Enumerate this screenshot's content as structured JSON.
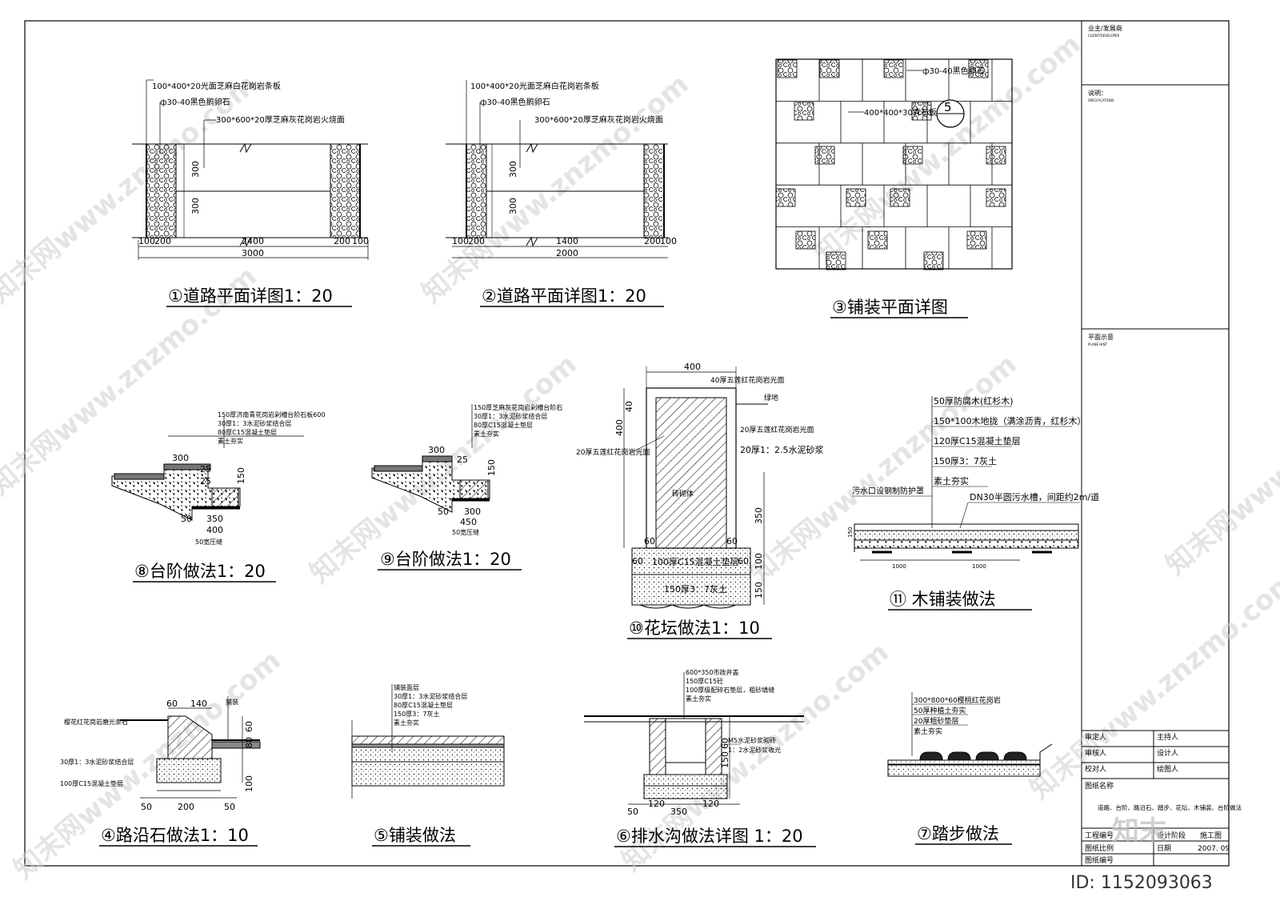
{
  "details": [
    {
      "id": "road-1",
      "title": "①道路平面详图1：20",
      "callouts": [
        "100*400*20光面芝麻白花岗岩条板",
        "ф30-40黑色鹅卵石",
        "300*600*20厚芝麻灰花岗岩火烧面"
      ],
      "dims": [
        "100",
        "200",
        "2400",
        "200",
        "100",
        "3000",
        "300",
        "300"
      ]
    },
    {
      "id": "road-2",
      "title": "②道路平面详图1：20",
      "callouts": [
        "100*400*20光面芝麻白花岗岩条板",
        "ф30-40黑色鹅卵石",
        "300*600*20厚芝麻灰花岗岩火烧面"
      ],
      "dims": [
        "100",
        "200",
        "1400",
        "200",
        "100",
        "2000",
        "300",
        "300"
      ]
    },
    {
      "id": "paving-plan-3",
      "title": "③铺装平面详图",
      "callouts": [
        "ф30-40黑色卵石",
        "400*400*30青石板"
      ]
    },
    {
      "id": "curb-4",
      "title": "④路沿石做法1：10",
      "callouts": [
        "樱花红花岗岩磨光条石",
        "铺装",
        "30厚1：3水泥砂浆结合层",
        "100厚C15混凝土垫层"
      ],
      "dims": [
        "60",
        "140",
        "80",
        "60",
        "100",
        "50",
        "200",
        "50"
      ]
    },
    {
      "id": "paving-5",
      "title": "⑤铺装做法",
      "callouts": [
        "铺装面层",
        "30厚1：3水泥砂浆结合层",
        "80厚C15混凝土垫层",
        "150厚3：7灰土",
        "素土夯实"
      ]
    },
    {
      "id": "drain-6",
      "title": "⑥排水沟做法详图 1：20",
      "callouts": [
        "600*350市政井盖",
        "150厚C15砼",
        "100厚级配碎石垫层，粗砂填缝",
        "素土夯实",
        "M5水泥砂浆砌砖",
        "1：2水泥砂浆收光"
      ],
      "dims": [
        "150",
        "60",
        "50",
        "120",
        "350",
        "120"
      ]
    },
    {
      "id": "step-7",
      "title": "⑦踏步做法",
      "callouts": [
        "300*800*60樱桃红花岗岩",
        "50厚种植土夯实",
        "20厚粗砂垫层",
        "素土夯实"
      ]
    },
    {
      "id": "stair-8",
      "title": "⑧台阶做法1：20",
      "callouts": [
        "150厚济南青花岗岩剁槽台阶石板600",
        "30厚1：3水泥砂浆结合层",
        "80厚C15混凝土垫层",
        "素土夯实",
        "50宽压缝"
      ],
      "dims": [
        "300",
        "25",
        "25",
        "150",
        "50",
        "350",
        "400"
      ]
    },
    {
      "id": "stair-9",
      "title": "⑨台阶做法1：20",
      "callouts": [
        "150厚芝麻灰花岗岩剁槽台阶石",
        "30厚1：3水泥砂浆结合层",
        "80厚C15混凝土垫层",
        "素土夯实",
        "50宽压缝"
      ],
      "dims": [
        "300",
        "25",
        "150",
        "50",
        "300",
        "450"
      ]
    },
    {
      "id": "planter-10",
      "title": "⑩花坛做法1：10",
      "callouts": [
        "40厚五莲红花岗岩光面",
        "绿地",
        "20厚五莲红花岗岩光面",
        "20厚1：2.5水泥砂浆",
        "20厚五莲红花岗岩光面",
        "砖砌体",
        "100厚C15混凝土垫层",
        "150厚3：7灰土"
      ],
      "dims": [
        "400",
        "40",
        "400",
        "350",
        "60",
        "60",
        "60",
        "60",
        "100",
        "150"
      ]
    },
    {
      "id": "wood-11",
      "title": "⑪  木铺装做法",
      "callouts": [
        "50厚防腐木(红杉木)",
        "150*100木地拢（满涂沥青，红杉木）",
        "120厚C15混凝土垫层",
        "150厚3：7灰土",
        "素土夯实",
        "污水口设钢制防护罩",
        "DN30半圆污水槽，间距约2m/道"
      ],
      "dims": [
        "150",
        "1000",
        "1000"
      ]
    }
  ],
  "title_block": {
    "client": "业主/发展商",
    "client_en": "CLIENT/DEVELOPER",
    "notes": "说明：",
    "notes_en": "SPECIFICATIONS",
    "plan": "平面示意",
    "plan_en": "PLANE HINT",
    "rows": [
      [
        "审定人",
        "主持人"
      ],
      [
        "审核人",
        "设计人"
      ],
      [
        "校对人",
        "绘图人"
      ]
    ],
    "drawing_name": "图纸名称",
    "drawing_title": "道路、台阶、路沿石、踏步、花坛、木铺装、台阶做法",
    "project_no": "工程编号",
    "design_phase": "设计阶段",
    "phase_value": "施工图",
    "scale": "图纸比例",
    "date": "日期",
    "date_value": "2007. 09",
    "sheet_no": "图纸编号"
  },
  "watermark": {
    "text": "知末网www.znzmo.com",
    "logo": "知末",
    "id": "ID: 1152093063"
  }
}
